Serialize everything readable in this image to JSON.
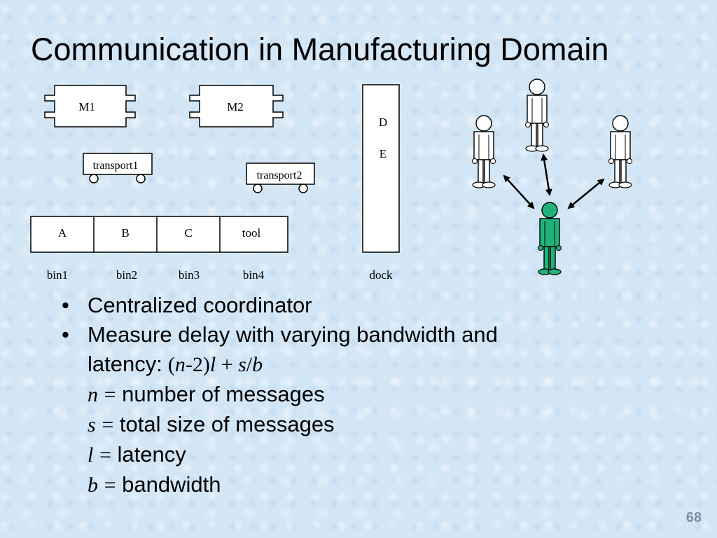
{
  "slide": {
    "title": "Communication in Manufacturing Domain",
    "page_number": "68"
  },
  "diagram": {
    "machines": [
      {
        "label": "M1"
      },
      {
        "label": "M2"
      }
    ],
    "transports": [
      {
        "label": "transport1"
      },
      {
        "label": "transport2"
      }
    ],
    "bins": [
      {
        "content": "A",
        "label": "bin1"
      },
      {
        "content": "B",
        "label": "bin2"
      },
      {
        "content": "C",
        "label": "bin3"
      },
      {
        "content": "tool",
        "label": "bin4"
      }
    ],
    "dock": {
      "letters": [
        "D",
        "E"
      ],
      "label": "dock"
    },
    "people": {
      "coordinator_color": "#1fb37a",
      "agent_color": "#ffffff"
    }
  },
  "bullets": {
    "item1": "Centralized coordinator",
    "item2_line1": "Measure delay with varying bandwidth and",
    "item2_line2_prefix": "latency:",
    "formula": {
      "n": "n",
      "part1": "-2)",
      "l": "l",
      "plus": " + ",
      "s": "s",
      "slash": "/",
      "b": "b",
      "open": "("
    },
    "definitions": [
      {
        "var": "n",
        "eq": "=",
        "text": "number of messages"
      },
      {
        "var": "s",
        "eq": "=",
        "text": "total size of messages"
      },
      {
        "var": "l",
        "eq": "=",
        "text": "latency"
      },
      {
        "var": "b",
        "eq": "=",
        "text": "bandwidth"
      }
    ]
  }
}
